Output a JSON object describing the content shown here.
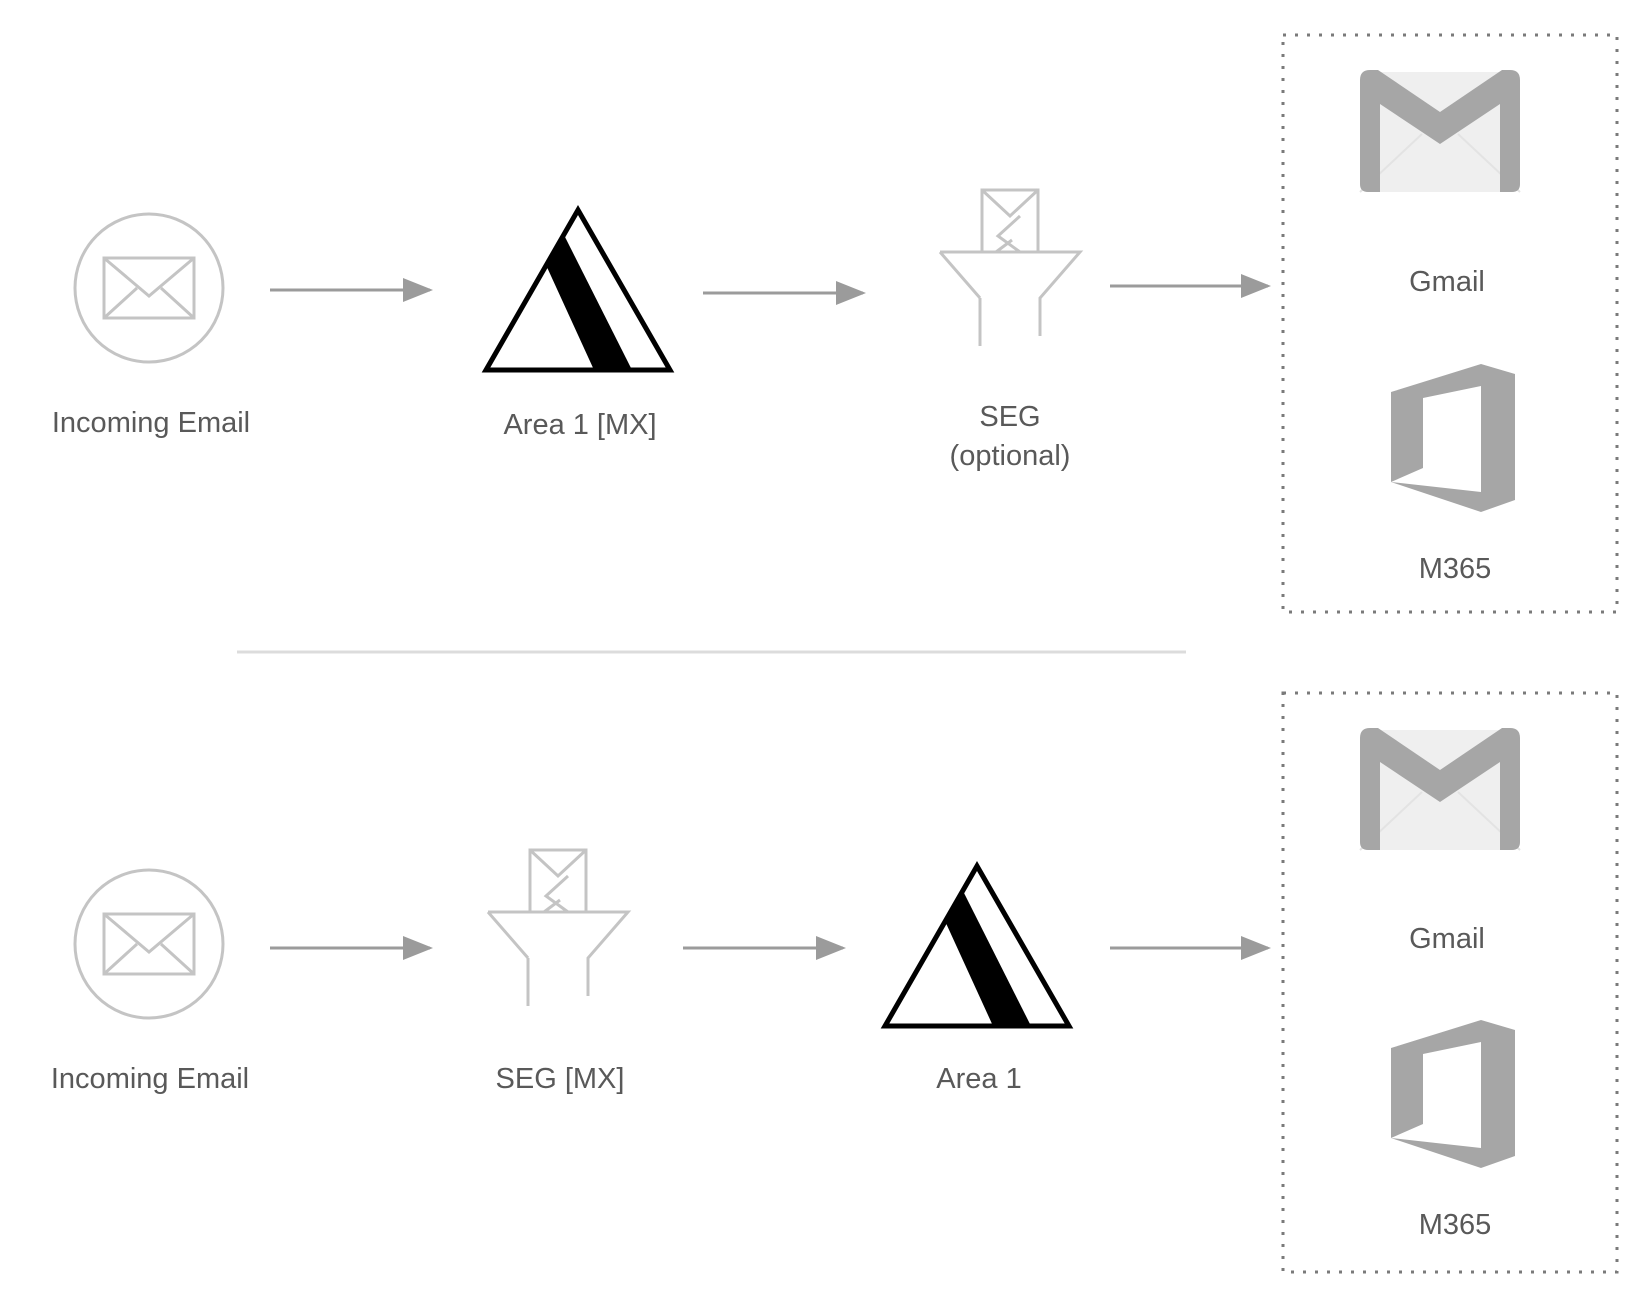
{
  "flows": [
    {
      "nodes": [
        {
          "icon": "envelope-circle-icon",
          "label": "Incoming Email"
        },
        {
          "icon": "area1-logo-icon",
          "label": "Area 1 [MX]"
        },
        {
          "icon": "seg-filter-icon",
          "label": "SEG",
          "sublabel": "(optional)"
        }
      ],
      "destinations": [
        {
          "icon": "gmail-icon",
          "label": "Gmail"
        },
        {
          "icon": "office365-icon",
          "label": "M365"
        }
      ]
    },
    {
      "nodes": [
        {
          "icon": "envelope-circle-icon",
          "label": "Incoming Email"
        },
        {
          "icon": "seg-filter-icon",
          "label": "SEG [MX]"
        },
        {
          "icon": "area1-logo-icon",
          "label": "Area 1"
        }
      ],
      "destinations": [
        {
          "icon": "gmail-icon",
          "label": "Gmail"
        },
        {
          "icon": "office365-icon",
          "label": "M365"
        }
      ]
    }
  ],
  "colors": {
    "icon_gray": "#a6a6a6",
    "light_gray": "#c4c4c4",
    "text_gray": "#595959",
    "arrow_gray": "#9b9b9b",
    "divider": "#dcdcdc",
    "gmail_envelope": "#efefef",
    "logo_black": "#000000"
  }
}
